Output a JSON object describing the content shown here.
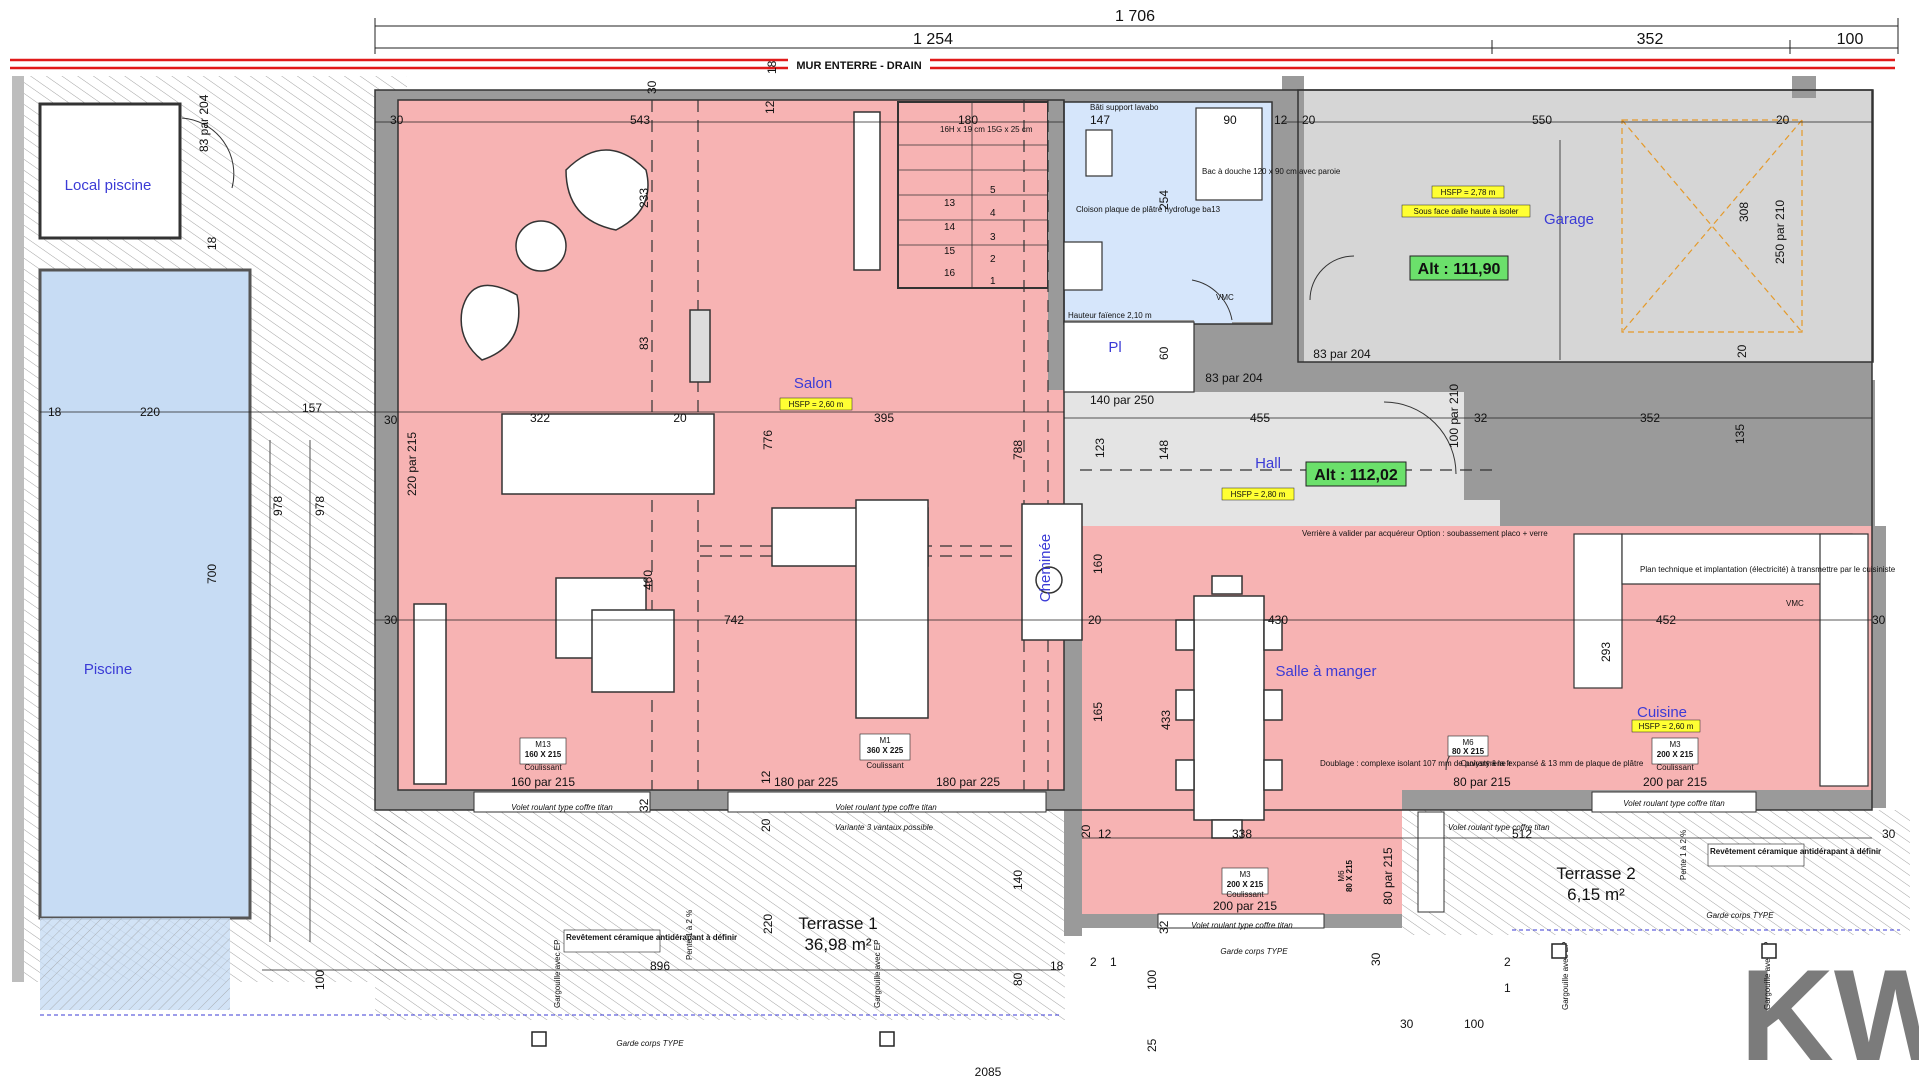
{
  "colors": {
    "pink": "#f7b3b3",
    "pool": "#c7dcf4",
    "bath": "#d6e6fb",
    "garage": "#d6d6d6",
    "hall": "#e4e4e4",
    "highlight_yellow": "#ffff33",
    "highlight_green": "#6be06b",
    "drain_red": "#e11a1a",
    "room_label": "#3b3bd6"
  },
  "top_dims": {
    "total": "1 706",
    "left": "1 254",
    "mid": "352",
    "right": "100"
  },
  "banner": "MUR ENTERRE - DRAIN",
  "rooms": {
    "local_piscine": "Local piscine",
    "piscine": "Piscine",
    "salon": "Salon",
    "cheminee": "Cheminée",
    "pl": "Pl",
    "hall": "Hall",
    "garage": "Garage",
    "salle_a_manger": "Salle à manger",
    "cuisine": "Cuisine",
    "terrasse1": "Terrasse 1",
    "terrasse1_area": "36,98 m²",
    "terrasse2": "Terrasse 2",
    "terrasse2_area": "6,15 m²"
  },
  "altitudes": {
    "garage": "Alt : 111,90",
    "hall": "Alt : 112,02"
  },
  "hsfp": {
    "salon": "HSFP = 2,60 m",
    "hall": "HSFP = 2,80 m",
    "garage": "HSFP = 2,78 m",
    "cuisine": "HSFP = 2,60 m",
    "garage_note": "Sous face dalle haute à isoler"
  },
  "openings": {
    "m13": {
      "ref": "M13",
      "size": "160 X 215",
      "type": "Coulissant",
      "dim": "160 par 215"
    },
    "m1": {
      "ref": "M1",
      "size": "360 X 225",
      "type": "Coulissant",
      "dim_left": "180 par 225",
      "dim_right": "180 par 225"
    },
    "m3a": {
      "ref": "M3",
      "size": "200 X 215",
      "type": "Coulissant",
      "dim": "200 par 215"
    },
    "m3b": {
      "ref": "M3",
      "size": "200 X 215",
      "type": "Coulissant",
      "dim": "200 par 215"
    },
    "m6a": {
      "ref": "M6",
      "size": "80 X 215",
      "type": "Ouvrant à la fr",
      "dim": "80 par 215"
    },
    "m6b": {
      "ref": "M6",
      "size": "80 X 215",
      "type": "",
      "dim": "80 par 215"
    }
  },
  "notes": {
    "volet": "Volet roulant type coffre titan",
    "variante": "Variante 3 vantaux possible",
    "revetement": "Revêtement céramique antidérapant à définir",
    "garde_corps": "Garde corps TYPE",
    "gargouille": "Gargouille avec EP",
    "pente": "Pente 1 à 2 %",
    "doublage": "Doublage : complexe isolant 107 mm de polystyrène expansé & 13 mm de plaque de plâtre",
    "verriere": "Verrière à valider par acquéreur Option : soubassement placo + verre",
    "plan_technique": "Plan technique et implantation (électricité) à transmettre par le cuisiniste",
    "cloison": "Cloison plaque de plâtre hydrofuge ba13",
    "bac_douche": "Bac à douche 120 x 90 cm avec paroie",
    "hauteur_faience": "Hauteur faïence 2,10 m",
    "vmc": "VMC",
    "bati_support": "Bâti support lavabo",
    "escalier": "16H x 19 cm 15G x 25 cm"
  },
  "dims": {
    "d543": "543",
    "d30a": "30",
    "d18a": "18",
    "d12a": "12",
    "d180": "180",
    "d147": "147",
    "d90": "90",
    "d550": "550",
    "d20a": "20",
    "d20b": "20",
    "d12b": "12",
    "d233": "233",
    "d83": "83",
    "d776": "776",
    "d788": "788",
    "d254": "254",
    "d60": "60",
    "d308": "308",
    "d250_210": "250 par 210",
    "d83_204a": "83 par 204",
    "d83_204b": "83 par 204",
    "d83_204c": "83 par 204",
    "d20c": "20",
    "d18b": "18",
    "d220": "220",
    "d157": "157",
    "d30b": "30",
    "d322": "322",
    "d20d": "20",
    "d395": "395",
    "d140_250": "140 par 250",
    "d455": "455",
    "d100_210": "100 par 210",
    "d32a": "32",
    "d352": "352",
    "d135": "135",
    "d220_215": "220 par 215",
    "d978a": "978",
    "d978b": "978",
    "d700": "700",
    "d123": "123",
    "d148": "148",
    "d160": "160",
    "d30c": "30",
    "d742": "742",
    "d460": "460",
    "d20e": "20",
    "d430": "430",
    "d452": "452",
    "d30d": "30",
    "d293": "293",
    "d165": "165",
    "d433": "433",
    "d338": "338",
    "d512": "512",
    "d896": "896",
    "d220b": "220",
    "d140": "140",
    "d80": "80",
    "d18c": "18",
    "d100a": "100",
    "d100b": "100",
    "d100c": "100",
    "d30e": "30",
    "d30f": "30",
    "d25": "25",
    "d2085": "2085",
    "d12c": "12",
    "d32b": "32",
    "d32c": "32",
    "d20f": "20",
    "d20g": "20",
    "d18d": "18",
    "d12d": "12",
    "d30g": "30",
    "d1": "1",
    "d2": "2",
    "d1b": "1",
    "d2b": "2"
  },
  "stairs": [
    "5",
    "4",
    "3",
    "2",
    "1",
    "13",
    "14",
    "15",
    "16"
  ],
  "watermark": "KW"
}
